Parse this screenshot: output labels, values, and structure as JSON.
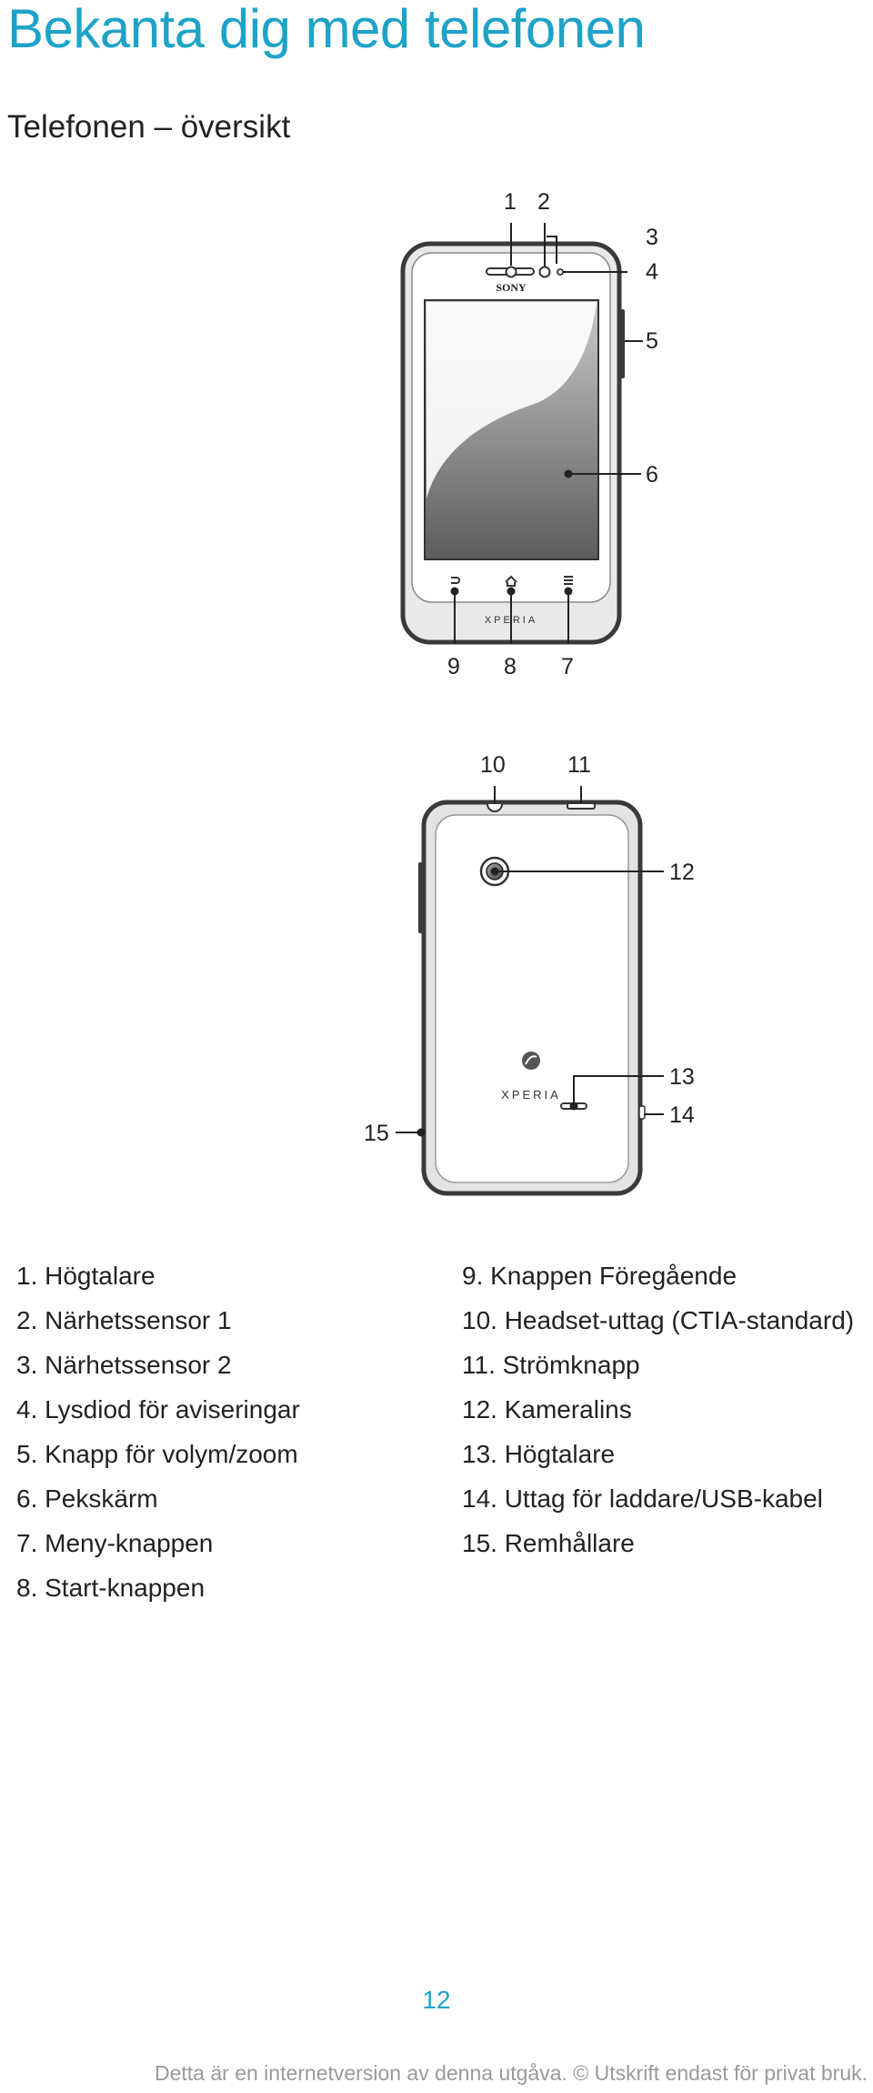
{
  "header": {
    "title": "Bekanta dig med telefonen",
    "subtitle": "Telefonen – översikt"
  },
  "front_view": {
    "brand_top": "SONY",
    "brand_bottom": "XPERIA",
    "callouts": [
      "1",
      "2",
      "3",
      "4",
      "5",
      "6",
      "7",
      "8",
      "9"
    ]
  },
  "back_view": {
    "brand": "XPERIA",
    "callouts": [
      "10",
      "11",
      "12",
      "13",
      "14",
      "15"
    ]
  },
  "legend": {
    "left": [
      "1. Högtalare",
      "2. Närhetssensor 1",
      "3. Närhetssensor 2",
      "4. Lysdiod för aviseringar",
      "5. Knapp för volym/zoom",
      "6. Pekskärm",
      "7. Meny-knappen",
      "8. Start-knappen"
    ],
    "right": [
      "9. Knappen Föregående",
      "10. Headset-uttag (CTIA-standard)",
      "11. Strömknapp",
      "12. Kameralins",
      "13. Högtalare",
      "14. Uttag för laddare/USB-kabel",
      "15. Remhållare"
    ]
  },
  "page_number": "12",
  "footer": "Detta är en internetversion av denna utgåva. © Utskrift endast för privat bruk.",
  "colors": {
    "accent": "#1ea3c8",
    "footer_text": "#9a9a9a",
    "phone_outline": "#3a3a3a",
    "phone_bezel": "#e6e6e6"
  }
}
